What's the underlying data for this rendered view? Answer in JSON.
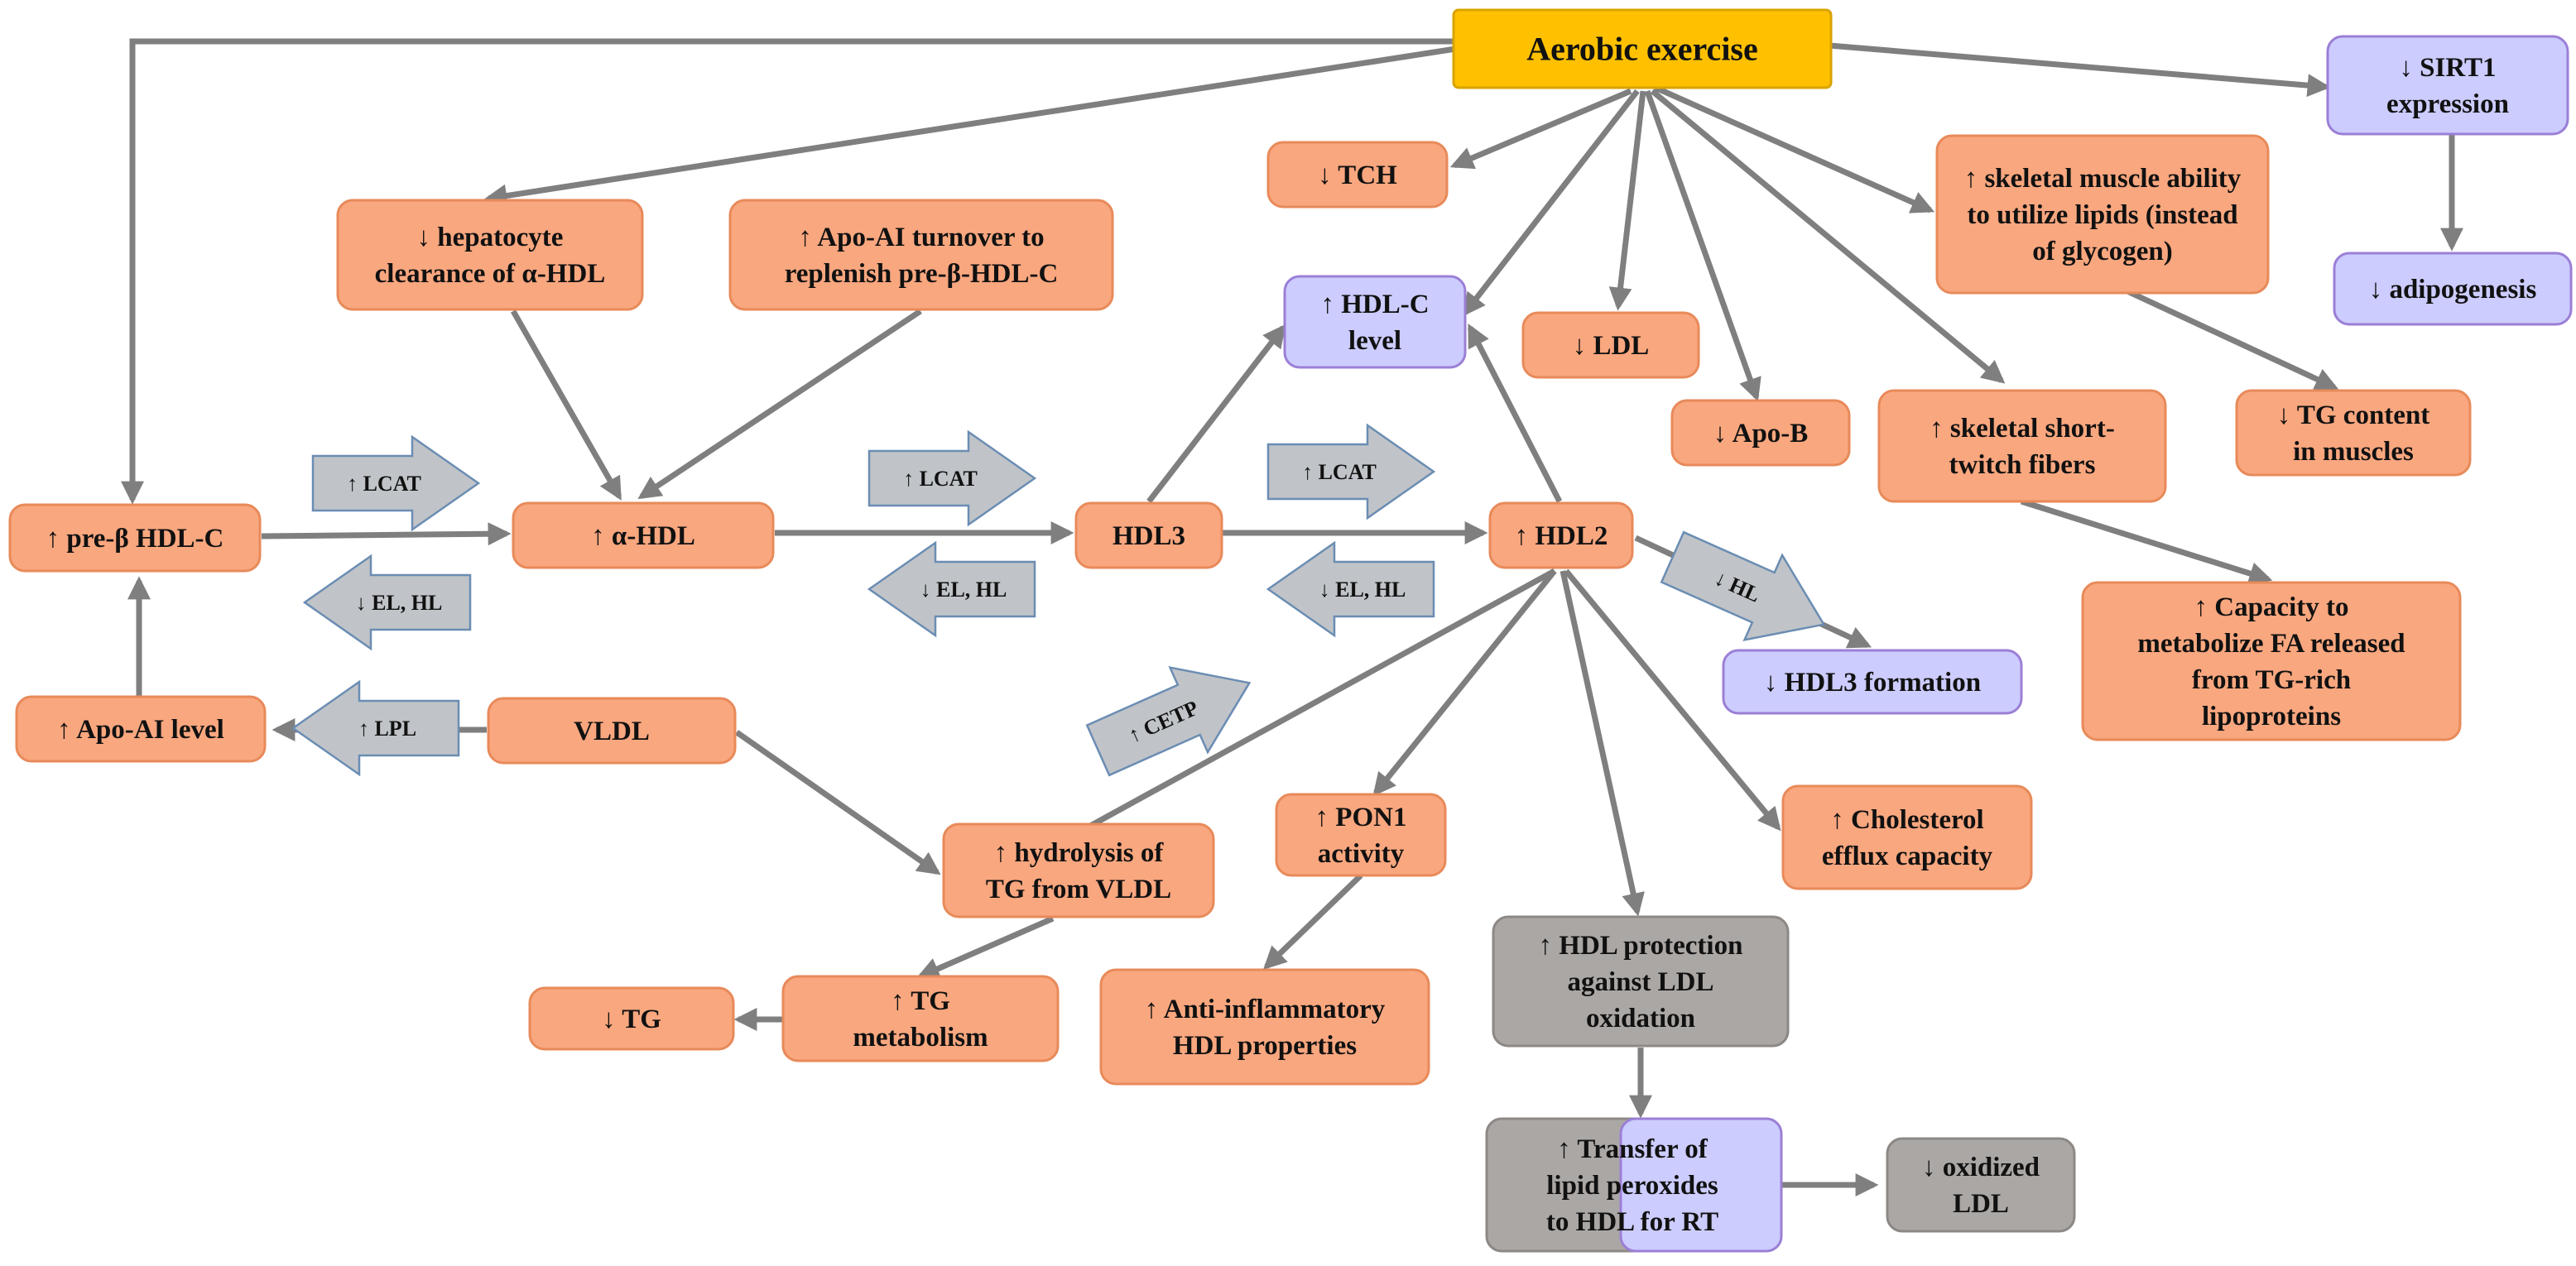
{
  "colors": {
    "orange_fill": "#f9a77f",
    "orange_stroke": "#e88a5a",
    "purple_fill": "#ccccff",
    "purple_stroke": "#9b7fd6",
    "gray_fill": "#aba7a5",
    "gray_stroke": "#8c8886",
    "yellow_fill": "#ffc000",
    "yellow_stroke": "#d9a400",
    "enzyme_fill": "#c0c4c8",
    "enzyme_stroke": "#6b8db3",
    "edge": "#7f7f7f"
  },
  "nodes": {
    "aerobic": [
      "Aerobic exercise"
    ],
    "sirt1": [
      "↓ SIRT1",
      "expression"
    ],
    "adipogenesis": [
      "↓ adipogenesis"
    ],
    "tch": [
      "↓ TCH"
    ],
    "hepatocyte": [
      "↓ hepatocyte",
      "clearance of α-HDL"
    ],
    "apoturnover": [
      "↑ Apo-AI turnover to",
      "replenish  pre-β-HDL-C"
    ],
    "hdlc": [
      "↑ HDL-C",
      "level"
    ],
    "ldl": [
      "↓ LDL"
    ],
    "skeletal_lipids": [
      "↑ skeletal muscle ability",
      "to utilize lipids (instead",
      "of glycogen)"
    ],
    "apob": [
      "↓ Apo-B"
    ],
    "twitch": [
      "↑ skeletal short-",
      "twitch fibers"
    ],
    "tgmuscle": [
      "↓ TG content",
      "in muscles"
    ],
    "prebeta": [
      "↑ pre-β HDL-C"
    ],
    "alpha": [
      "↑ α-HDL"
    ],
    "hdl3": [
      "HDL3"
    ],
    "hdl2": [
      "↑ HDL2"
    ],
    "capacity": [
      "↑ Capacity to",
      "metabolize FA released",
      "from TG-rich",
      "lipoproteins"
    ],
    "hdl3form": [
      "↓ HDL3 formation"
    ],
    "apoai": [
      "↑ Apo-AI level"
    ],
    "vldl": [
      "VLDL"
    ],
    "hydrolysis": [
      "↑ hydrolysis  of",
      "TG from VLDL"
    ],
    "pon1": [
      "↑ PON1",
      "activity"
    ],
    "efflux": [
      "↑ Cholesterol",
      "efflux capacity"
    ],
    "protection": [
      "↑ HDL protection",
      "against LDL",
      "oxidation"
    ],
    "tg": [
      "↓ TG"
    ],
    "tgmetab": [
      "↑ TG",
      "metabolism"
    ],
    "antiinflam": [
      "↑ Anti-inflammatory",
      "HDL properties"
    ],
    "transfer": [
      "↑ Transfer  of",
      "lipid peroxides",
      "to HDL for RT"
    ],
    "oxldl": [
      "↓ oxidized",
      "LDL"
    ]
  },
  "enzymes": {
    "lcat1": "↑ LCAT",
    "elhl1": "↓ EL, HL",
    "lcat2": "↑ LCAT",
    "elhl2": "↓ EL, HL",
    "lcat3": "↑ LCAT",
    "elhl3": "↓ EL, HL",
    "hl": "↓ HL",
    "cetp": "↑ CETP",
    "lpl": "↑ LPL"
  }
}
